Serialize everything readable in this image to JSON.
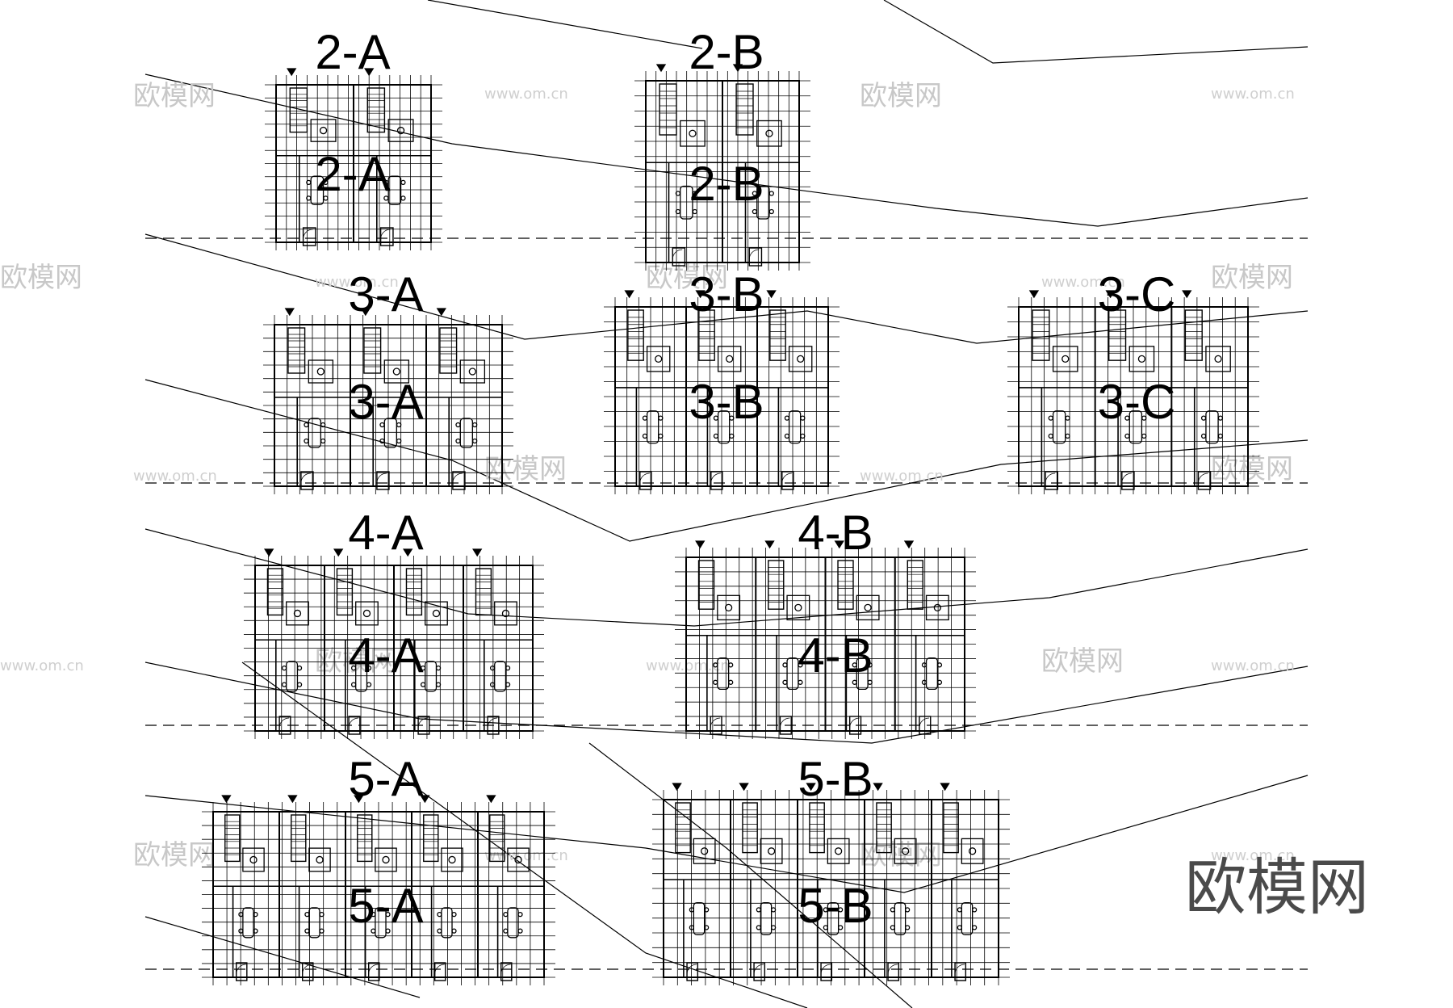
{
  "plans": [
    {
      "id": "2-A",
      "label": "2-A"
    },
    {
      "id": "2-B",
      "label": "2-B"
    },
    {
      "id": "3-A",
      "label": "3-A"
    },
    {
      "id": "3-B",
      "label": "3-B"
    },
    {
      "id": "3-C",
      "label": "3-C"
    },
    {
      "id": "4-A",
      "label": "4-A"
    },
    {
      "id": "4-B",
      "label": "4-B"
    },
    {
      "id": "5-A",
      "label": "5-A"
    },
    {
      "id": "5-B",
      "label": "5-B"
    }
  ],
  "watermark": {
    "text": "欧模网",
    "url": "www.om.cn"
  },
  "logo": {
    "text": "欧模网"
  },
  "colors": {
    "line": "#000000",
    "watermark": "#c8c8c8",
    "logo": "#4a4a4a"
  }
}
